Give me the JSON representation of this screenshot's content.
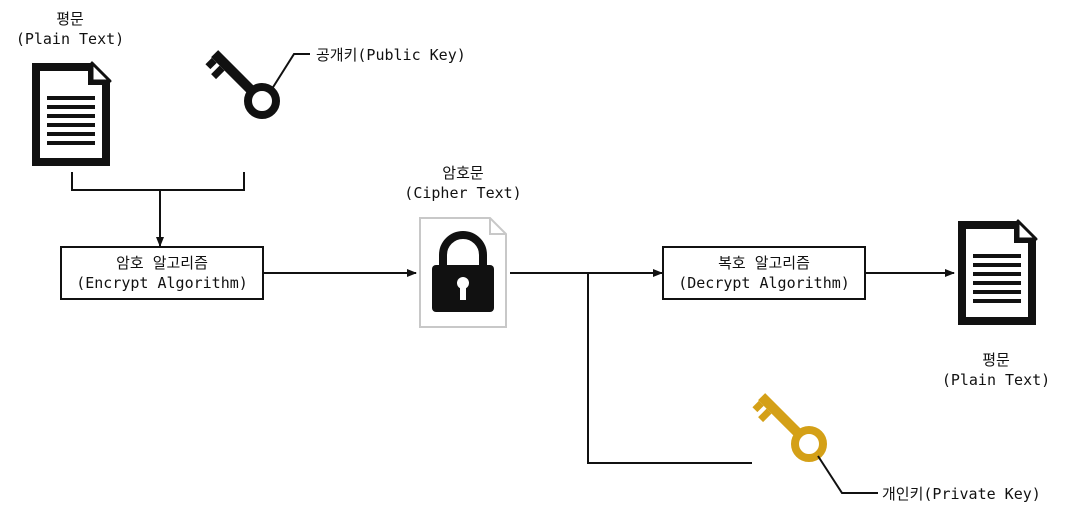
{
  "plain_text_input": {
    "title": "평문",
    "subtitle": "(Plain Text)"
  },
  "public_key": {
    "label": "공개키(Public Key)",
    "icon": "key-icon",
    "color": "#111111"
  },
  "encrypt_box": {
    "title": "암호 알고리즘",
    "subtitle": "(Encrypt Algorithm)"
  },
  "cipher_text": {
    "title": "암호문",
    "subtitle": "(Cipher Text)",
    "icon": "lock-document-icon"
  },
  "decrypt_box": {
    "title": "복호 알고리즘",
    "subtitle": "(Decrypt Algorithm)"
  },
  "plain_text_output": {
    "title": "평문",
    "subtitle": "(Plain Text)"
  },
  "private_key": {
    "label": "개인키(Private Key)",
    "icon": "key-icon",
    "color": "#d4a017"
  }
}
